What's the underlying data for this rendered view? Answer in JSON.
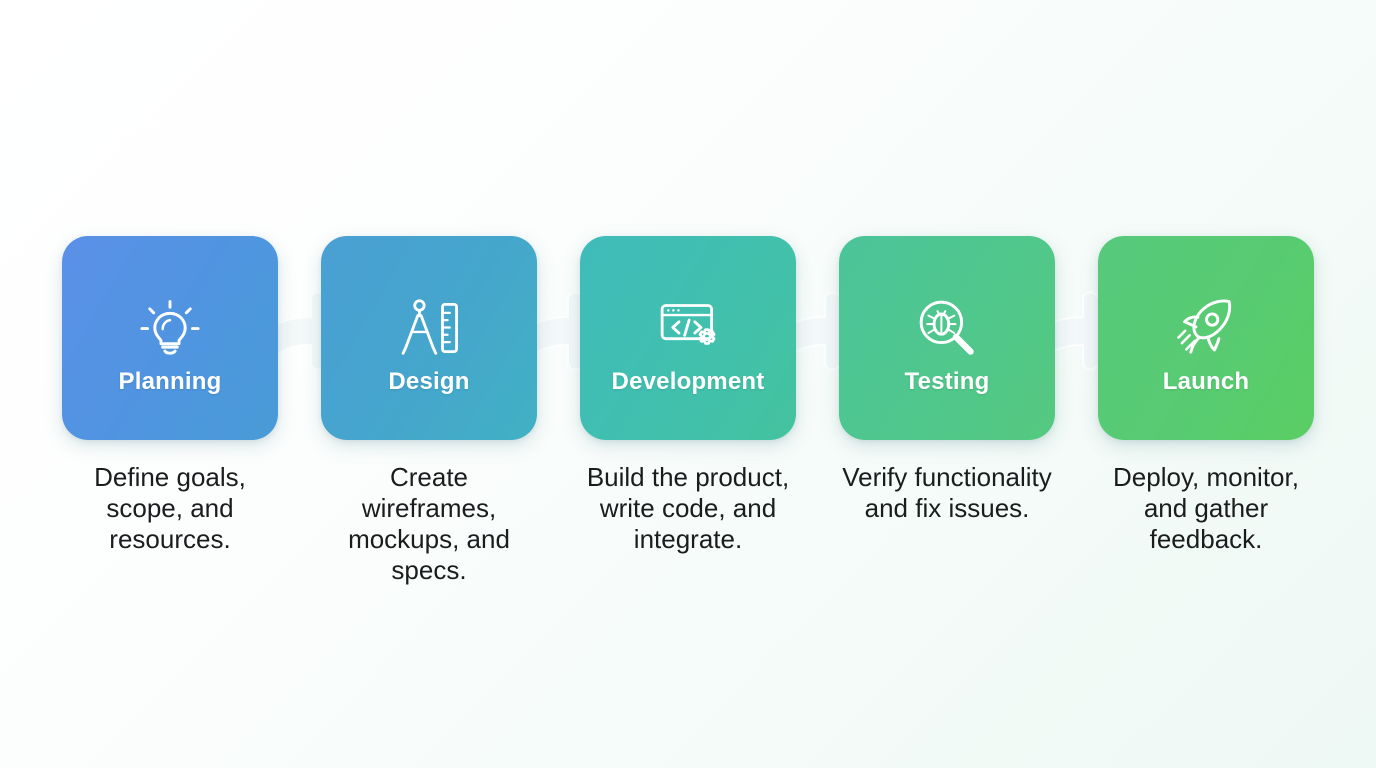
{
  "diagram": {
    "type": "process-flow",
    "orientation": "horizontal",
    "background_gradient": [
      "#ffffff",
      "#eef8f4"
    ],
    "arrow_color": "#f2f7f8",
    "steps": [
      {
        "id": "planning",
        "label": "Planning",
        "caption": "Define goals, scope, and resources.",
        "icon": "lightbulb-icon",
        "color_start": "#5b90e8",
        "color_end": "#4a9ad8"
      },
      {
        "id": "design",
        "label": "Design",
        "caption": "Create wireframes, mockups, and specs.",
        "icon": "compass-ruler-icon",
        "color_start": "#4a9fd4",
        "color_end": "#41b1c3"
      },
      {
        "id": "development",
        "label": "Development",
        "caption": "Build the product, write code, and integrate.",
        "icon": "code-window-gear-icon",
        "color_start": "#3fbcba",
        "color_end": "#44c39e"
      },
      {
        "id": "testing",
        "label": "Testing",
        "caption": "Verify functionality and fix issues.",
        "icon": "bug-magnifier-icon",
        "color_start": "#4cc49a",
        "color_end": "#55c97f"
      },
      {
        "id": "launch",
        "label": "Launch",
        "caption": "Deploy, monitor, and gather feedback.",
        "icon": "rocket-icon",
        "color_start": "#56c97c",
        "color_end": "#5ace63"
      }
    ],
    "connectors": [
      {
        "id": "planning-to-design",
        "from": "planning",
        "to": "design",
        "icon": "curved-arrow-right-icon"
      },
      {
        "id": "design-to-development",
        "from": "design",
        "to": "development",
        "icon": "curved-arrow-right-icon"
      },
      {
        "id": "development-to-testing",
        "from": "development",
        "to": "testing",
        "icon": "curved-arrow-right-icon"
      },
      {
        "id": "testing-to-launch",
        "from": "testing",
        "to": "launch",
        "icon": "curved-arrow-right-icon"
      }
    ]
  }
}
